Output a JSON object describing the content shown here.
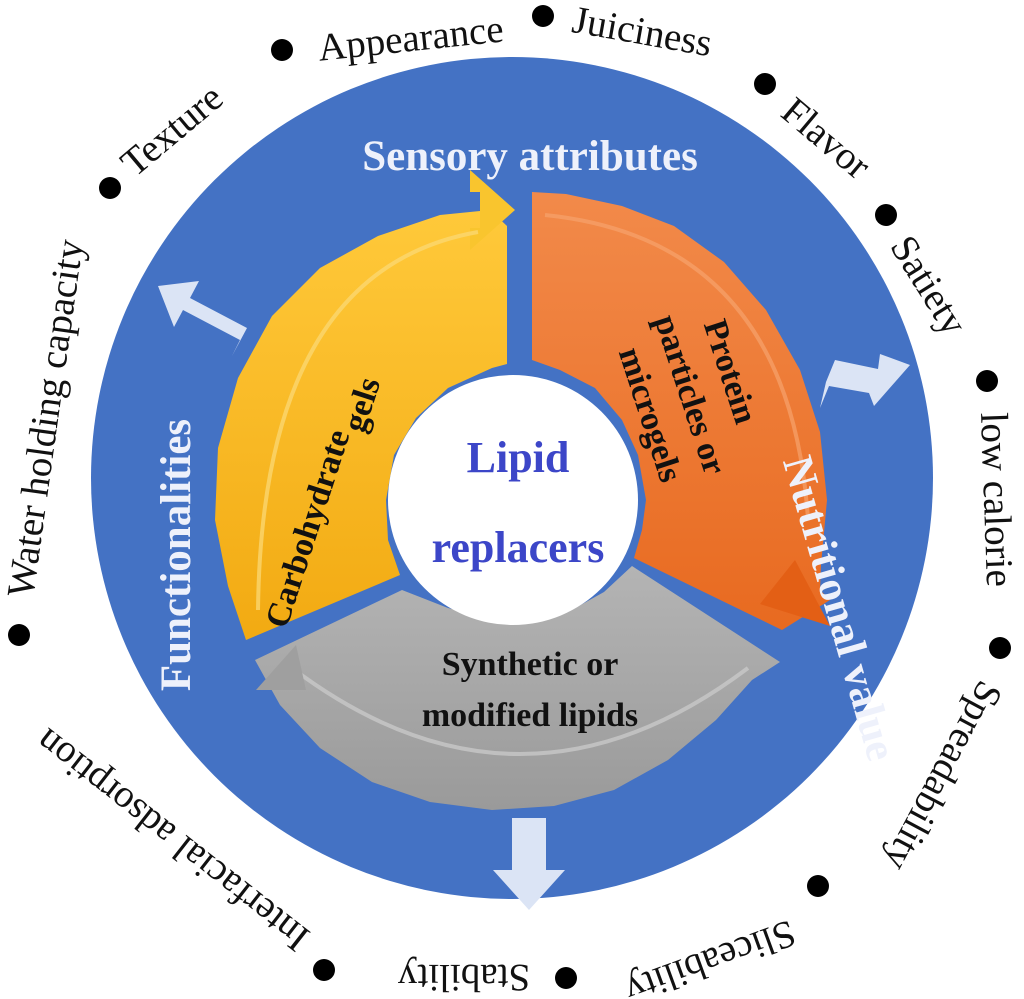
{
  "colors": {
    "ring": "#4472c4",
    "carbohydrate": "#f6b71c",
    "protein": "#ee7a34",
    "synthetic": "#a6a6a6",
    "arrow": "#dbe4f5",
    "core_text": "#3c46c8"
  },
  "center": {
    "line1": "Lipid",
    "line2": "replacers"
  },
  "ring_labels": {
    "sensory": "Sensory attributes",
    "nutritional": "Nutritional value",
    "functionalities": "Functionalities"
  },
  "segments": {
    "carbohydrate": {
      "line1": "Carbohydrate",
      "line2": "gels"
    },
    "protein": {
      "line1": "Protein",
      "line2": "particles or",
      "line3": "microgels"
    },
    "synthetic": {
      "line1": "Synthetic or",
      "line2": "modified lipids"
    }
  },
  "outer_attributes": {
    "appearance": "Appearance",
    "juiciness": "Juiciness",
    "flavor": "Flavor",
    "satiety": "Satiety",
    "low_calorie": "low calorie",
    "spreadability": "Spreadability",
    "sliceability": "Sliceability",
    "stability": "Stability",
    "interfacial_adsorption": "Interfacial adsorption",
    "water_holding_capacity": "Water holding capacity",
    "texture": "Texture"
  }
}
